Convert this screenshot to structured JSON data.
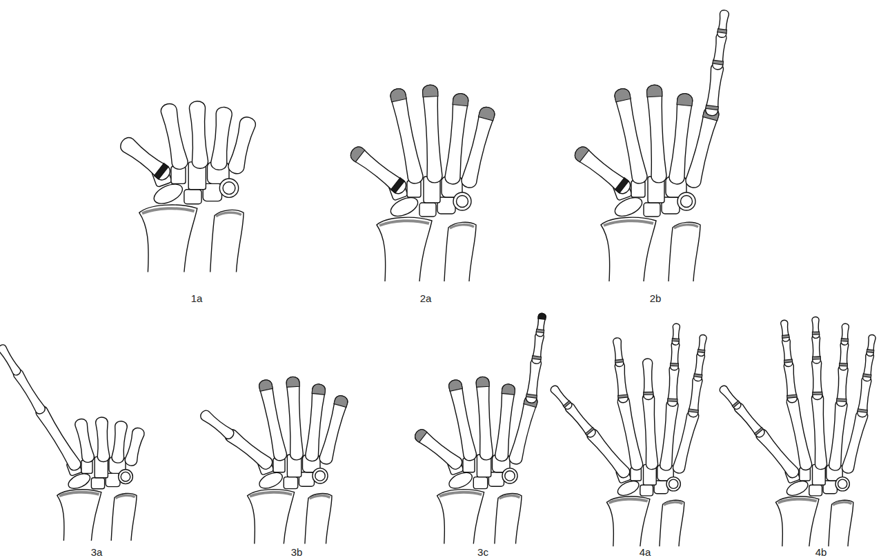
{
  "diagram": {
    "labels": [
      "1a",
      "2a",
      "2b",
      "3a",
      "3b",
      "3c",
      "4a",
      "4b"
    ]
  }
}
